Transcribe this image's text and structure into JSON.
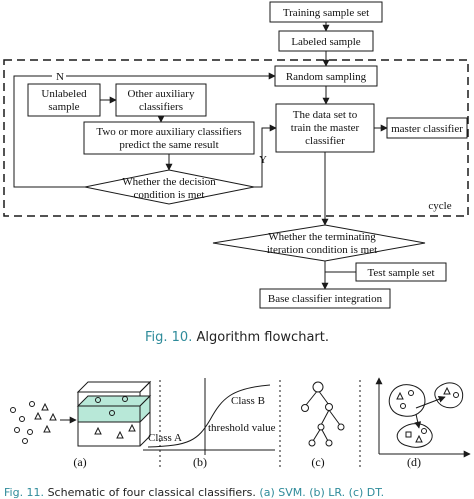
{
  "flowchart": {
    "training_sample_set": "Training sample set",
    "labeled_sample": "Labeled sample",
    "random_sampling": "Random sampling",
    "unlabeled_sample_line1": "Unlabeled",
    "unlabeled_sample_line2": "sample",
    "other_aux_line1": "Other auxiliary",
    "other_aux_line2": "classifiers",
    "two_or_more_line1": "Two or more auxiliary classifiers",
    "two_or_more_line2": "predict the same result",
    "data_set_line1": "The data set to",
    "data_set_line2": "train the master",
    "data_set_line3": "classifier",
    "master_classifier": "master classifier",
    "decision_line1": "Whether the decision",
    "decision_line2": "condition is met",
    "label_n": "N",
    "label_y": "Y",
    "cycle": "cycle",
    "terminating_line1": "Whether the terminating",
    "terminating_line2": "iteration condition is met",
    "test_sample_set": "Test sample set",
    "base_integration": "Base classifier integration"
  },
  "fig10_caption": {
    "label": "Fig. 10.",
    "text": "Algorithm flowchart."
  },
  "fig11": {
    "panel_a": "(a)",
    "panel_b": "(b)",
    "panel_c": "(c)",
    "panel_d": "(d)",
    "class_a": "Class A",
    "class_b": "Class B",
    "threshold": "threshold value"
  },
  "fig11_caption": {
    "label": "Fig. 11.",
    "text": "Schematic of four classical classifiers.",
    "refs": "(a) SVM. (b) LR. (c) DT."
  },
  "colors": {
    "line": "#1a1a1a",
    "svm_plane": "#b8e8d8",
    "caption_accent": "#2e8b9a"
  }
}
